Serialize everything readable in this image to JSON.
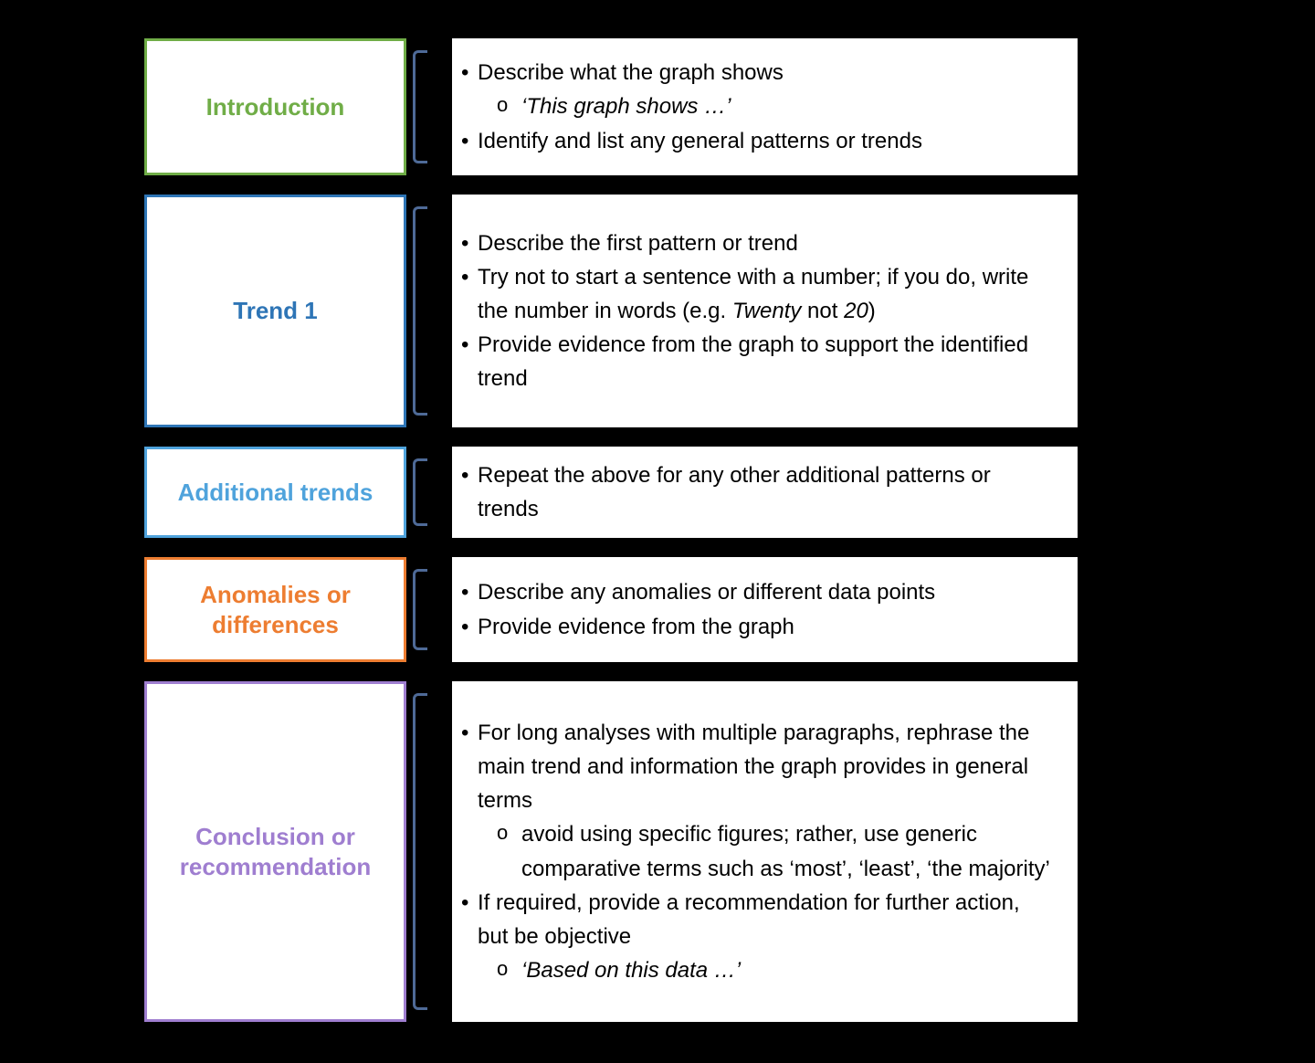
{
  "canvas": {
    "background": "#000000",
    "box_background": "#FFFFFF",
    "bracket_color": "#4E6A97",
    "body_text_color": "#000000"
  },
  "markers": {
    "level1": "•",
    "level2": "o"
  },
  "rows": [
    {
      "label": "Introduction",
      "accent": "#70AD47",
      "bullets": [
        {
          "level": 1,
          "segments": [
            {
              "text": "Describe what the graph shows"
            }
          ]
        },
        {
          "level": 2,
          "segments": [
            {
              "text": "‘This graph shows …’",
              "italic": true
            }
          ]
        },
        {
          "level": 1,
          "segments": [
            {
              "text": "Identify and list any general patterns or trends"
            }
          ]
        }
      ]
    },
    {
      "label": "Trend 1",
      "accent": "#2E75B6",
      "bullets": [
        {
          "level": 1,
          "segments": [
            {
              "text": "Describe the first pattern or trend"
            }
          ]
        },
        {
          "level": 1,
          "segments": [
            {
              "text": "Try not to start a sentence with a number; if you do, write the number in words (e.g. "
            },
            {
              "text": "Twenty",
              "italic": true
            },
            {
              "text": " not "
            },
            {
              "text": "20",
              "italic": true
            },
            {
              "text": ")"
            }
          ]
        },
        {
          "level": 1,
          "segments": [
            {
              "text": "Provide evidence from the graph to support the identified trend"
            }
          ]
        }
      ]
    },
    {
      "label": "Additional trends",
      "accent": "#4FA3DC",
      "bullets": [
        {
          "level": 1,
          "segments": [
            {
              "text": "Repeat the above for any other additional patterns or trends"
            }
          ]
        }
      ]
    },
    {
      "label": "Anomalies or differences",
      "accent": "#ED7D31",
      "bullets": [
        {
          "level": 1,
          "segments": [
            {
              "text": "Describe any anomalies or different data points"
            }
          ]
        },
        {
          "level": 1,
          "segments": [
            {
              "text": "Provide evidence from the graph"
            }
          ]
        }
      ]
    },
    {
      "label": "Conclusion or recommendation",
      "accent": "#9F7ED0",
      "bullets": [
        {
          "level": 1,
          "segments": [
            {
              "text": "For long analyses with multiple paragraphs, rephrase the main trend and information the graph provides in general terms"
            }
          ]
        },
        {
          "level": 2,
          "segments": [
            {
              "text": "avoid using specific figures; rather, use generic comparative terms such as ‘most’, ‘least’, ‘the majority’"
            }
          ]
        },
        {
          "level": 1,
          "segments": [
            {
              "text": "If required, provide a recommendation for further action, but be objective"
            }
          ]
        },
        {
          "level": 2,
          "segments": [
            {
              "text": "‘Based on this data …’",
              "italic": true
            }
          ]
        }
      ]
    }
  ]
}
